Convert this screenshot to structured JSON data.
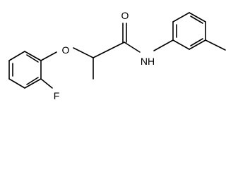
{
  "molecule": {
    "atoms": {
      "oxygen_ether": "O",
      "oxygen_carbonyl": "O",
      "fluorine": "F",
      "amide_nh": "NH"
    }
  }
}
